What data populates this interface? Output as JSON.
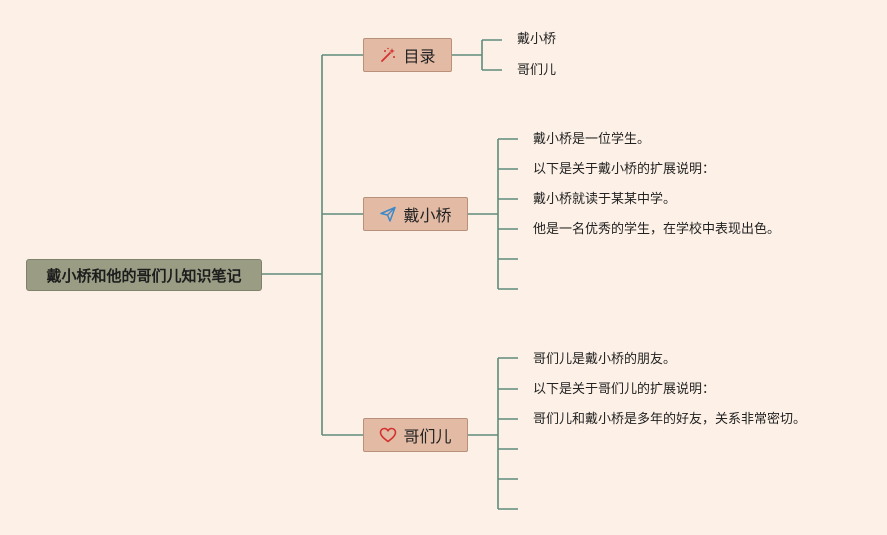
{
  "root": {
    "title": "戴小桥和他的哥们儿知识笔记"
  },
  "branches": [
    {
      "label": "目录",
      "icon": "magic-wand-icon",
      "leaves": [
        "戴小桥",
        "哥们儿"
      ]
    },
    {
      "label": "戴小桥",
      "icon": "paper-plane-icon",
      "leaves": [
        "戴小桥是一位学生。",
        "以下是关于戴小桥的扩展说明：",
        "戴小桥就读于某某中学。",
        "他是一名优秀的学生，在学校中表现出色。",
        "",
        ""
      ]
    },
    {
      "label": "哥们儿",
      "icon": "heart-icon",
      "leaves": [
        "哥们儿是戴小桥的朋友。",
        "以下是关于哥们儿的扩展说明：",
        "哥们儿和戴小桥是多年的好友，关系非常密切。",
        "",
        "",
        ""
      ]
    }
  ],
  "colors": {
    "line": "#5e8c7c",
    "root_bg": "#9a9d84",
    "branch_bg": "#e3bba5",
    "background": "#fdf1e7",
    "icon_red": "#d2322d",
    "icon_blue": "#3d88c9"
  }
}
